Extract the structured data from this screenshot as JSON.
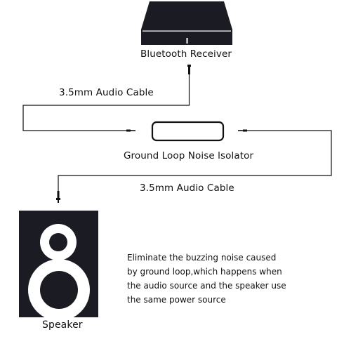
{
  "labels": {
    "receiver": "Bluetooth Receiver",
    "cable_top": "3.5mm Audio Cable",
    "isolator": "Ground Loop Noise lsolator",
    "cable_bottom": "3.5mm Audio Cable",
    "speaker": "Speaker"
  },
  "description": [
    "Eliminate the buzzing noise caused",
    "by ground loop,which happens when",
    "the audio source and the speaker use",
    "the same power source"
  ],
  "colors": {
    "device": "#1b1b24",
    "line": "#111111",
    "background": "#ffffff"
  }
}
